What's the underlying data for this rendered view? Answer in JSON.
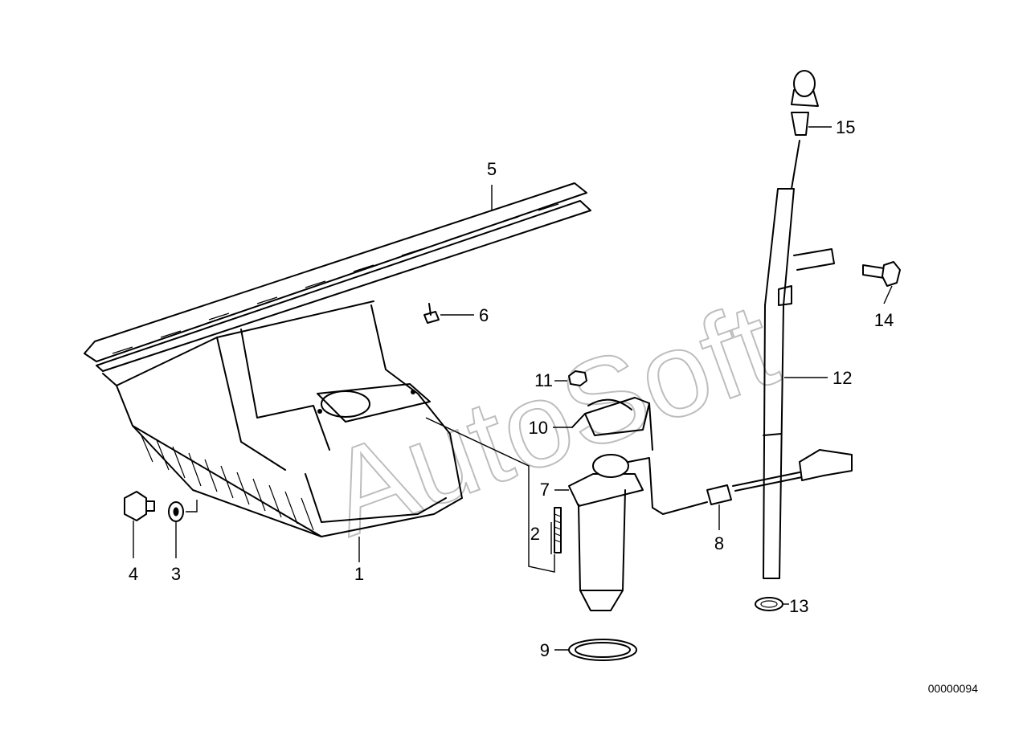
{
  "watermark": "AutoSoft",
  "reference_number": "00000094",
  "callouts": [
    "1",
    "2",
    "3",
    "4",
    "5",
    "6",
    "7",
    "8",
    "9",
    "10",
    "11",
    "12",
    "13",
    "14",
    "15"
  ],
  "colors": {
    "ink": "#000000",
    "paper": "#ffffff",
    "watermark": "#bdbdbd"
  }
}
